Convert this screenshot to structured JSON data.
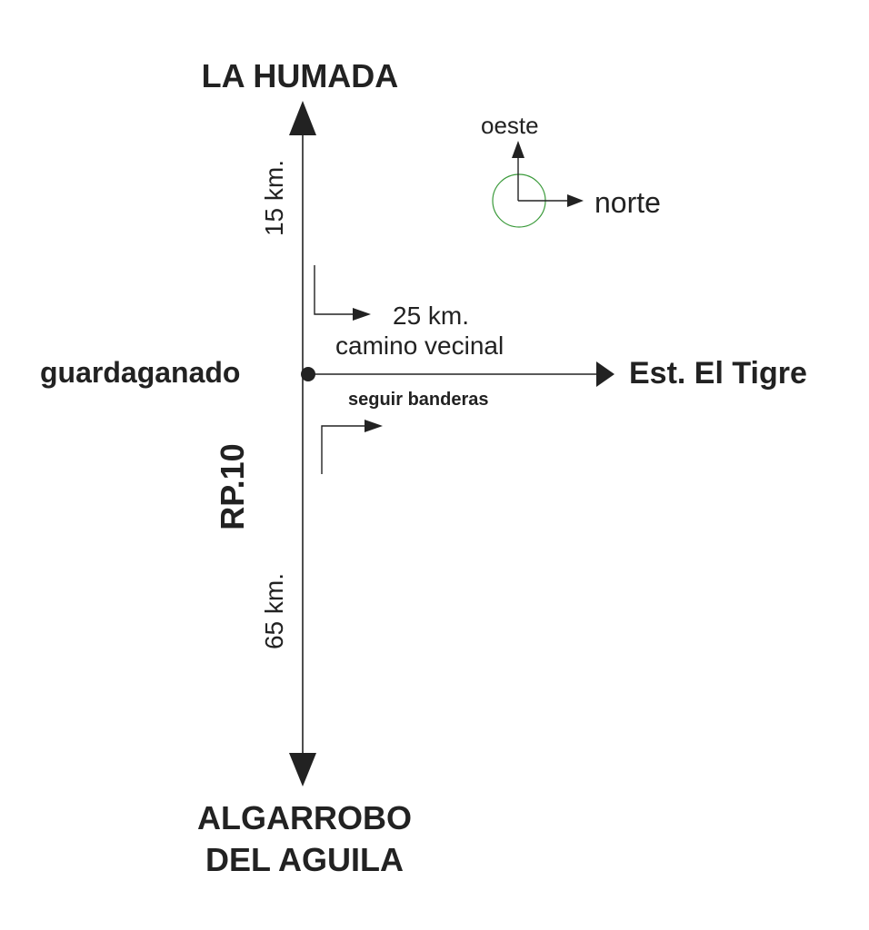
{
  "places": {
    "north_end": "LA HUMADA",
    "south_end_line1": "ALGARROBO",
    "south_end_line2": "DEL AGUILA",
    "junction": "guardaganado",
    "destination": "Est. El Tigre"
  },
  "route": {
    "name": "RP.10",
    "distance_north": "15 km.",
    "distance_south": "65 km.",
    "distance_east": "25 km.",
    "road_type": "camino vecinal",
    "follow_note": "seguir banderas"
  },
  "compass": {
    "up_label": "oeste",
    "right_label": "norte",
    "ring_color": "#3a9a3a"
  },
  "colors": {
    "ink": "#222222",
    "background": "#ffffff"
  }
}
